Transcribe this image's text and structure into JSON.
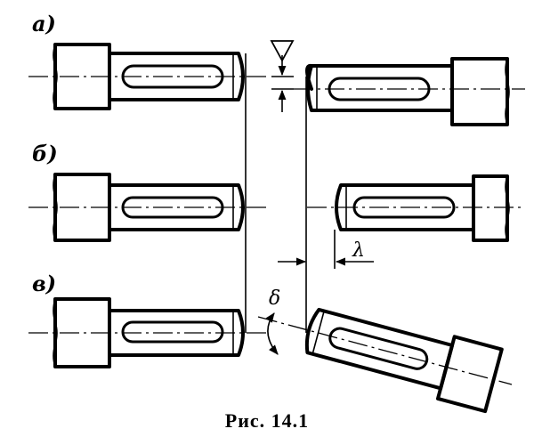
{
  "figure": {
    "labels": {
      "a": "а)",
      "b": "б)",
      "c": "в)"
    },
    "symbols": {
      "delta_cap": "Δ",
      "lambda": "λ",
      "delta": "δ"
    },
    "caption": "Рис. 14.1"
  }
}
